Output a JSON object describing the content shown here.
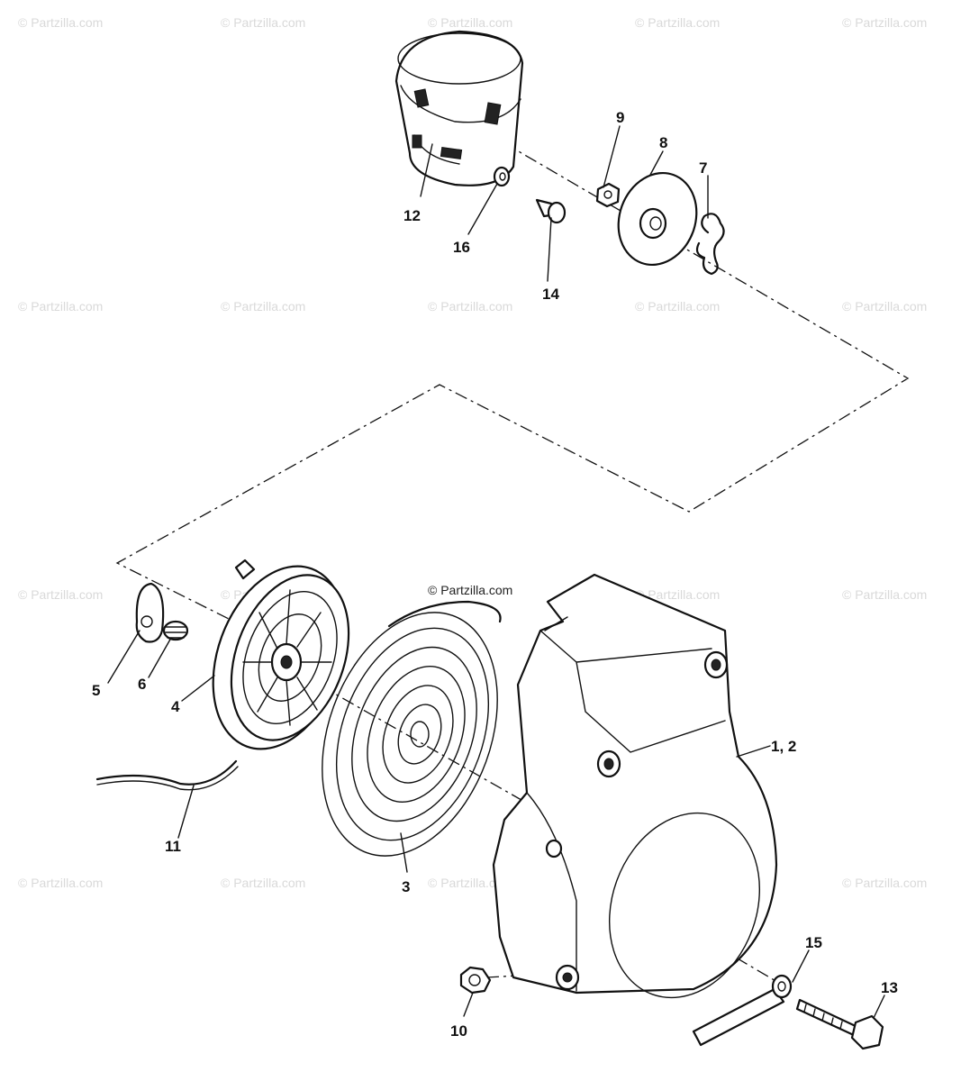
{
  "watermark": "© Partzilla.com",
  "callouts": {
    "p1_2": "1, 2",
    "p3": "3",
    "p4": "4",
    "p5": "5",
    "p6": "6",
    "p7": "7",
    "p8": "8",
    "p9": "9",
    "p10": "10",
    "p11": "11",
    "p12": "12",
    "p13": "13",
    "p14": "14",
    "p15": "15",
    "p16": "16"
  }
}
